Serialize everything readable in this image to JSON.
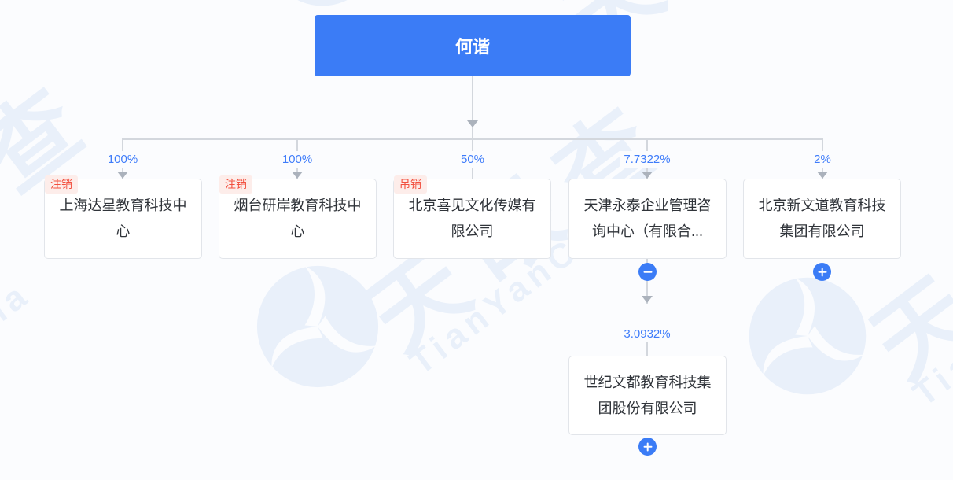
{
  "root": {
    "label": "何谐"
  },
  "children": [
    {
      "name": "上海达星教育科技中心",
      "percent": "100%",
      "badge": "注销"
    },
    {
      "name": "烟台研岸教育科技中心",
      "percent": "100%",
      "badge": "注销"
    },
    {
      "name": "北京喜见文化传媒有限公司",
      "percent": "50%",
      "badge": "吊销"
    },
    {
      "name": "天津永泰企业管理咨询中心（有限合...",
      "percent": "7.7322%"
    },
    {
      "name": "北京新文道教育科技集团有限公司",
      "percent": "2%"
    }
  ],
  "grandchildren": [
    {
      "name": "世纪文都教育科技集团股份有限公司",
      "percent": "3.0932%",
      "parent": "天津永泰企业管理咨询中心（有限合..."
    }
  ],
  "icons": {
    "collapse": "minus-icon",
    "expand": "plus-icon"
  },
  "watermark": {
    "cn": "天眼查",
    "en": "TianYanCha"
  },
  "colors": {
    "accent_blue": "#3b7cf6",
    "percent_blue": "#3e7cfa",
    "line_gray": "#d3d7dd",
    "arrow_gray": "#abb2bc",
    "badge_red": "#f2503f",
    "badge_bg": "#fdedea",
    "node_border": "#e2e5ea",
    "watermark_blue": "#e9f0fa"
  }
}
